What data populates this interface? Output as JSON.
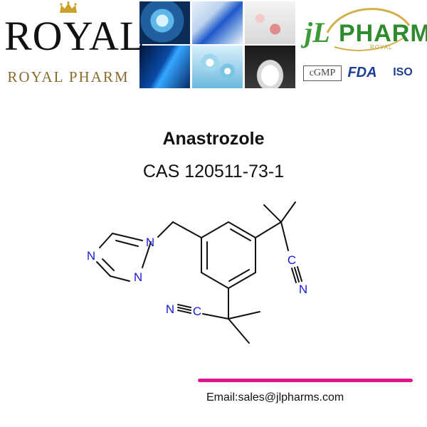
{
  "brand": {
    "name": "ROYAL",
    "subtitle": "ROYAL PHARM",
    "crown_icon": "crown-icon",
    "gold_color": "#c9a227"
  },
  "photo_grid": {
    "tiles": [
      "virus-image",
      "test-tubes-image",
      "capsules-image",
      "dna-image",
      "molecules-image",
      "powder-image"
    ]
  },
  "partner_logo": {
    "mark": "jL",
    "name": "PHARM",
    "tagline": "ROYAL",
    "green": "#2e8b2e"
  },
  "certifications": {
    "cgmp": "cGMP",
    "fda": "FDA",
    "iso": "ISO",
    "blue": "#1c3f95"
  },
  "product": {
    "name": "Anastrozole",
    "cas": "CAS 120511-73-1"
  },
  "structure": {
    "atoms": {
      "n1": "N",
      "n2": "N",
      "n4": "N",
      "nitrile_top_c": "C",
      "nitrile_top_n": "N",
      "nitrile_bottom_c": "C",
      "nitrile_bottom_n": "N"
    },
    "atom_color": "#1a1ad6",
    "bond_color": "#111111"
  },
  "footer": {
    "email": "Email:sales@jlpharms.com",
    "bar_color": "#e0148c"
  }
}
